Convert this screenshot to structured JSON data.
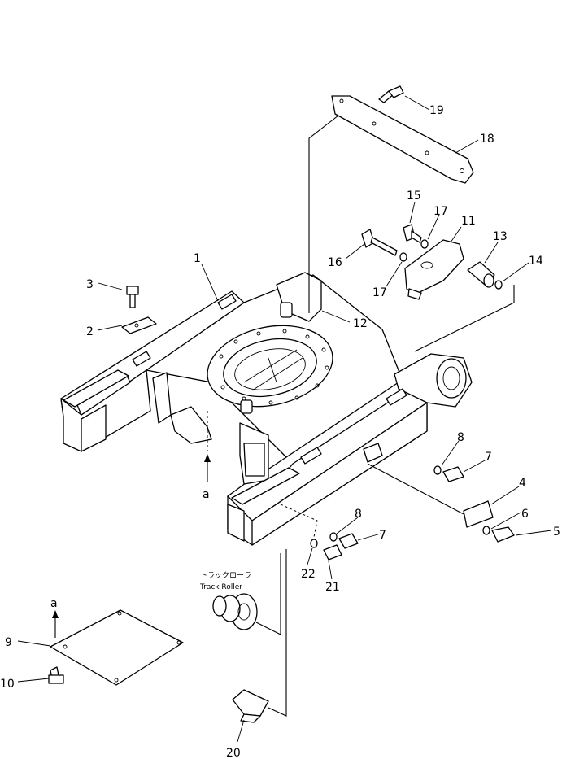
{
  "callouts": {
    "c1": "1",
    "c2": "2",
    "c3": "3",
    "c4": "4",
    "c5": "5",
    "c6": "6",
    "c7a": "7",
    "c7b": "7",
    "c8a": "8",
    "c8b": "8",
    "c9": "9",
    "c10": "10",
    "c11": "11",
    "c12": "12",
    "c13": "13",
    "c14": "14",
    "c15": "15",
    "c16": "16",
    "c17a": "17",
    "c17b": "17",
    "c18": "18",
    "c19": "19",
    "c20": "20",
    "c21": "21",
    "c22": "22"
  },
  "view_markers": {
    "upper": "a",
    "lower": "a"
  },
  "notes": {
    "track_roller_jp": "トラックローラ",
    "track_roller_en": "Track Roller"
  }
}
